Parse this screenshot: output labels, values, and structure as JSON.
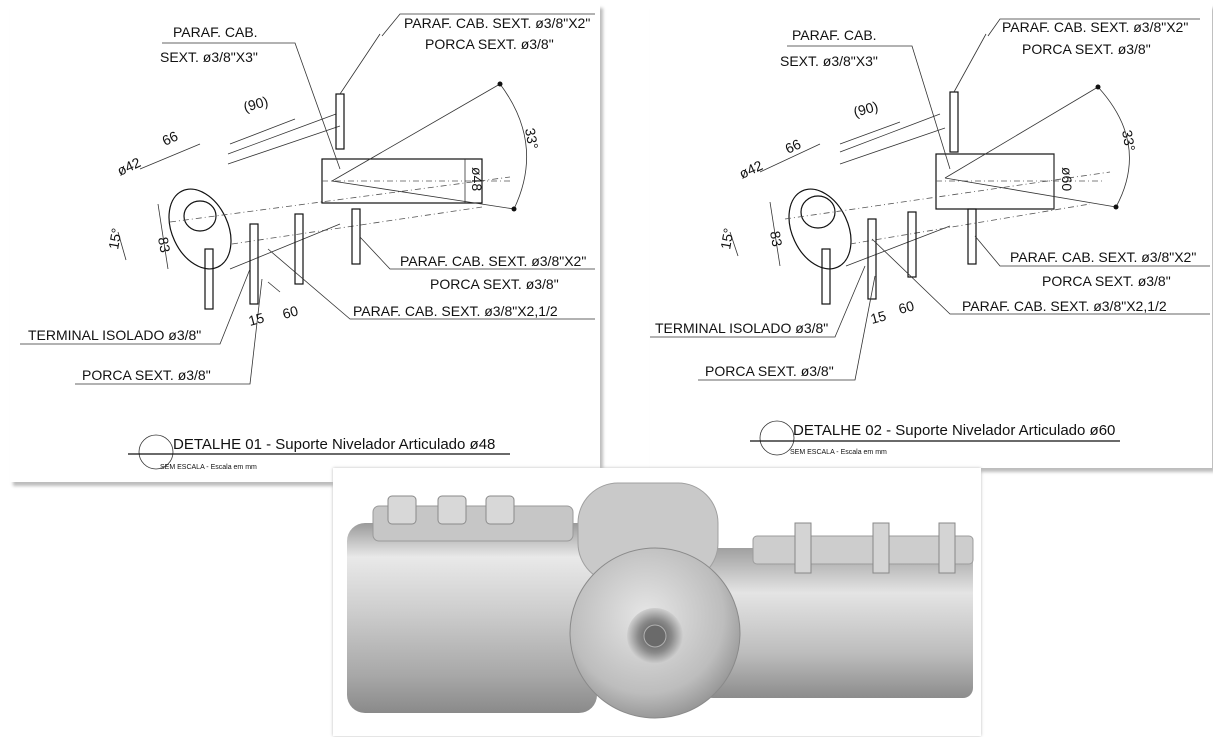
{
  "detail1": {
    "top_bolt_left_line1": "PARAF. CAB.",
    "top_bolt_left_line2": "SEXT. ø3/8\"X3\"",
    "top_bolt_right_line1": "PARAF. CAB. SEXT. ø3/8\"X2\"",
    "top_bolt_right_line2": "PORCA SEXT. ø3/8\"",
    "dim_90": "(90)",
    "dim_66": "66",
    "dim_phi42": "ø42",
    "dim_15_deg": "15°",
    "dim_83": "83",
    "dim_33_deg": "33°",
    "dim_tube": "ø48",
    "dim_15": "15",
    "dim_60": "60",
    "right_bolt_line1": "PARAF. CAB. SEXT. ø3/8\"X2\"",
    "right_bolt_line2": "PORCA SEXT. ø3/8\"",
    "bottom_bolt": "PARAF. CAB. SEXT. ø3/8\"X2,1/2",
    "terminal": "TERMINAL ISOLADO ø3/8\"",
    "nut": "PORCA SEXT. ø3/8\"",
    "title": "DETALHE 01 - Suporte Nivelador Articulado ø48",
    "subtitle": "SEM ESCALA - Escala em mm"
  },
  "detail2": {
    "top_bolt_left_line1": "PARAF. CAB.",
    "top_bolt_left_line2": "SEXT. ø3/8\"X3\"",
    "top_bolt_right_line1": "PARAF. CAB. SEXT. ø3/8\"X2\"",
    "top_bolt_right_line2": "PORCA SEXT. ø3/8\"",
    "dim_90": "(90)",
    "dim_66": "66",
    "dim_phi42": "ø42",
    "dim_15_deg": "15°",
    "dim_83": "83",
    "dim_33_deg": "33°",
    "dim_tube": "ø60",
    "dim_15": "15",
    "dim_60": "60",
    "right_bolt_line1": "PARAF. CAB. SEXT. ø3/8\"X2\"",
    "right_bolt_line2": "PORCA SEXT. ø3/8\"",
    "bottom_bolt": "PARAF. CAB. SEXT. ø3/8\"X2,1/2",
    "terminal": "TERMINAL ISOLADO ø3/8\"",
    "nut": "PORCA SEXT. ø3/8\"",
    "title": "DETALHE 02 - Suporte Nivelador Articulado ø60",
    "subtitle": "SEM ESCALA - Escala em mm"
  },
  "photo": {
    "subject": "articulated-leveling-bracket-render",
    "colors": {
      "metal_light": "#e6e6e6",
      "metal_mid": "#b8b8b8",
      "metal_dark": "#7a7a7a"
    }
  }
}
